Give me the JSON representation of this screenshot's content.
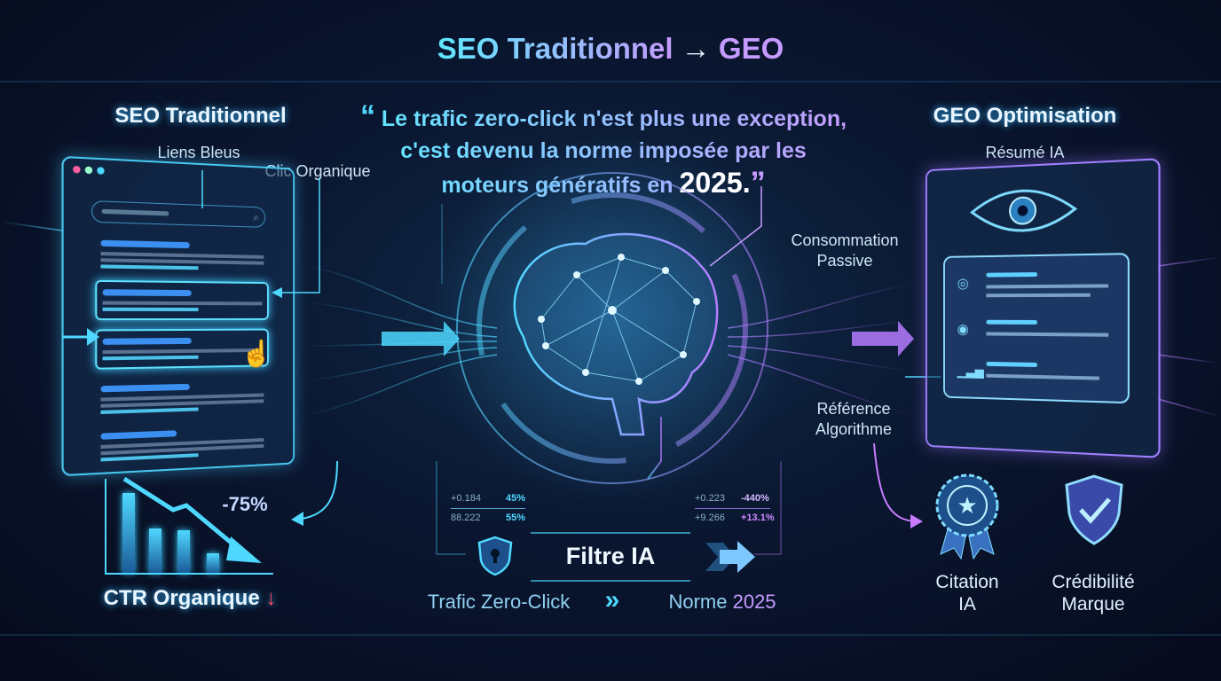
{
  "title": {
    "left": "SEO Traditionnel",
    "arrow": "→",
    "right": "GEO"
  },
  "left": {
    "heading": "SEO Traditionnel",
    "labels": {
      "liens": "Liens Bleus",
      "clic": "Clic Organique"
    },
    "chart": {
      "change": "-75%",
      "caption": "CTR Organique",
      "caption_arrow": "↓",
      "trend": "down"
    }
  },
  "quote": {
    "open": "“",
    "text": "Le trafic zero-click n'est plus une exception, c'est devenu la norme imposée par les moteurs génératifs en",
    "year": "2025.",
    "close": "”"
  },
  "center": {
    "stats_left": [
      {
        "k": "+0.184",
        "v": "45%"
      },
      {
        "k": "88.222",
        "v": "55%"
      }
    ],
    "stats_right": [
      {
        "k": "+0.223",
        "v": "-440%"
      },
      {
        "k": "+9.266",
        "v": "+13.1%"
      }
    ],
    "filter": "Filtre IA",
    "flow": {
      "from": "Trafic Zero-Click",
      "sep": "»",
      "to_word": "Norme",
      "to_year": "2025"
    }
  },
  "right": {
    "heading": "GEO Optimisation",
    "labels": {
      "resume": "Résumé IA",
      "conso1": "Consommation",
      "conso2": "Passive",
      "ref1": "Référence",
      "ref2": "Algorithme"
    },
    "badges": [
      {
        "l1": "Citation",
        "l2": "IA",
        "icon": "award-ribbon-icon"
      },
      {
        "l1": "Crédibilité",
        "l2": "Marque",
        "icon": "shield-check-icon"
      }
    ]
  },
  "colors": {
    "cyan": "#4fd8ff",
    "purple": "#b57bff",
    "red": "#ff4d6d",
    "bg": "#0a1630"
  }
}
